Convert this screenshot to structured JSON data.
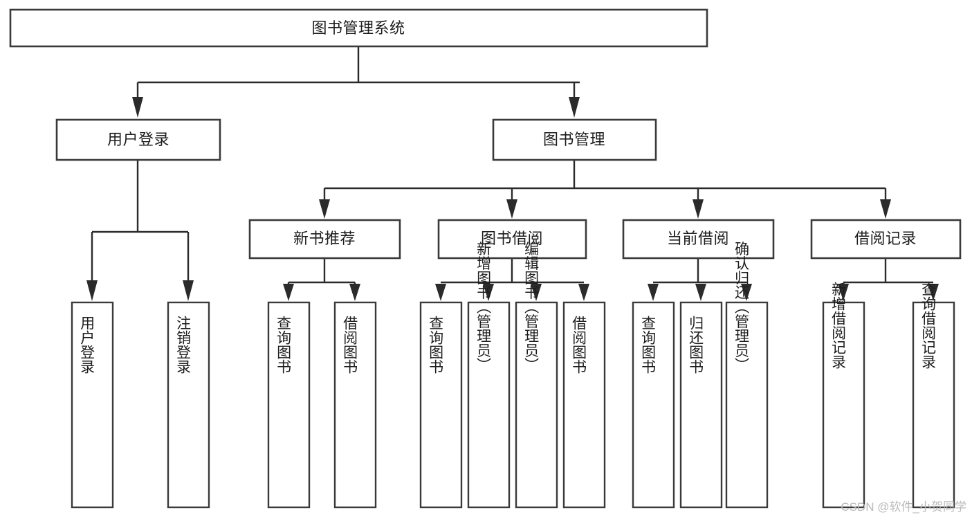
{
  "diagram": {
    "type": "tree",
    "title": "图书管理系统",
    "root": {
      "label": "图书管理系统"
    },
    "level2": [
      {
        "label": "用户登录"
      },
      {
        "label": "图书管理"
      }
    ],
    "level3": [
      {
        "label": "新书推荐"
      },
      {
        "label": "图书借阅"
      },
      {
        "label": "当前借阅"
      },
      {
        "label": "借阅记录"
      }
    ],
    "leaves": {
      "user_login": [
        {
          "label": "用户登录"
        },
        {
          "label": "注销登录"
        }
      ],
      "new_book_recommend": [
        {
          "label": "查询图书"
        },
        {
          "label": "借阅图书"
        }
      ],
      "book_borrow": [
        {
          "label": "查询图书"
        },
        {
          "label": "新增图书（管理员）"
        },
        {
          "label": "编辑图书（管理员）"
        },
        {
          "label": "借阅图书"
        }
      ],
      "current_borrow": [
        {
          "label": "查询图书"
        },
        {
          "label": "归还图书"
        },
        {
          "label": "确认归还（管理员）"
        }
      ],
      "borrow_records": [
        {
          "label": "新增借阅记录"
        },
        {
          "label": "查询借阅记录"
        }
      ]
    }
  },
  "watermark": {
    "text": "CSDN @软件_小贺同学"
  },
  "colors": {
    "box_stroke": "#3a3a3a",
    "connector": "#2b2b2b",
    "text": "#1d1d1d",
    "background": "#ffffff",
    "watermark": "#b9b9b9"
  }
}
